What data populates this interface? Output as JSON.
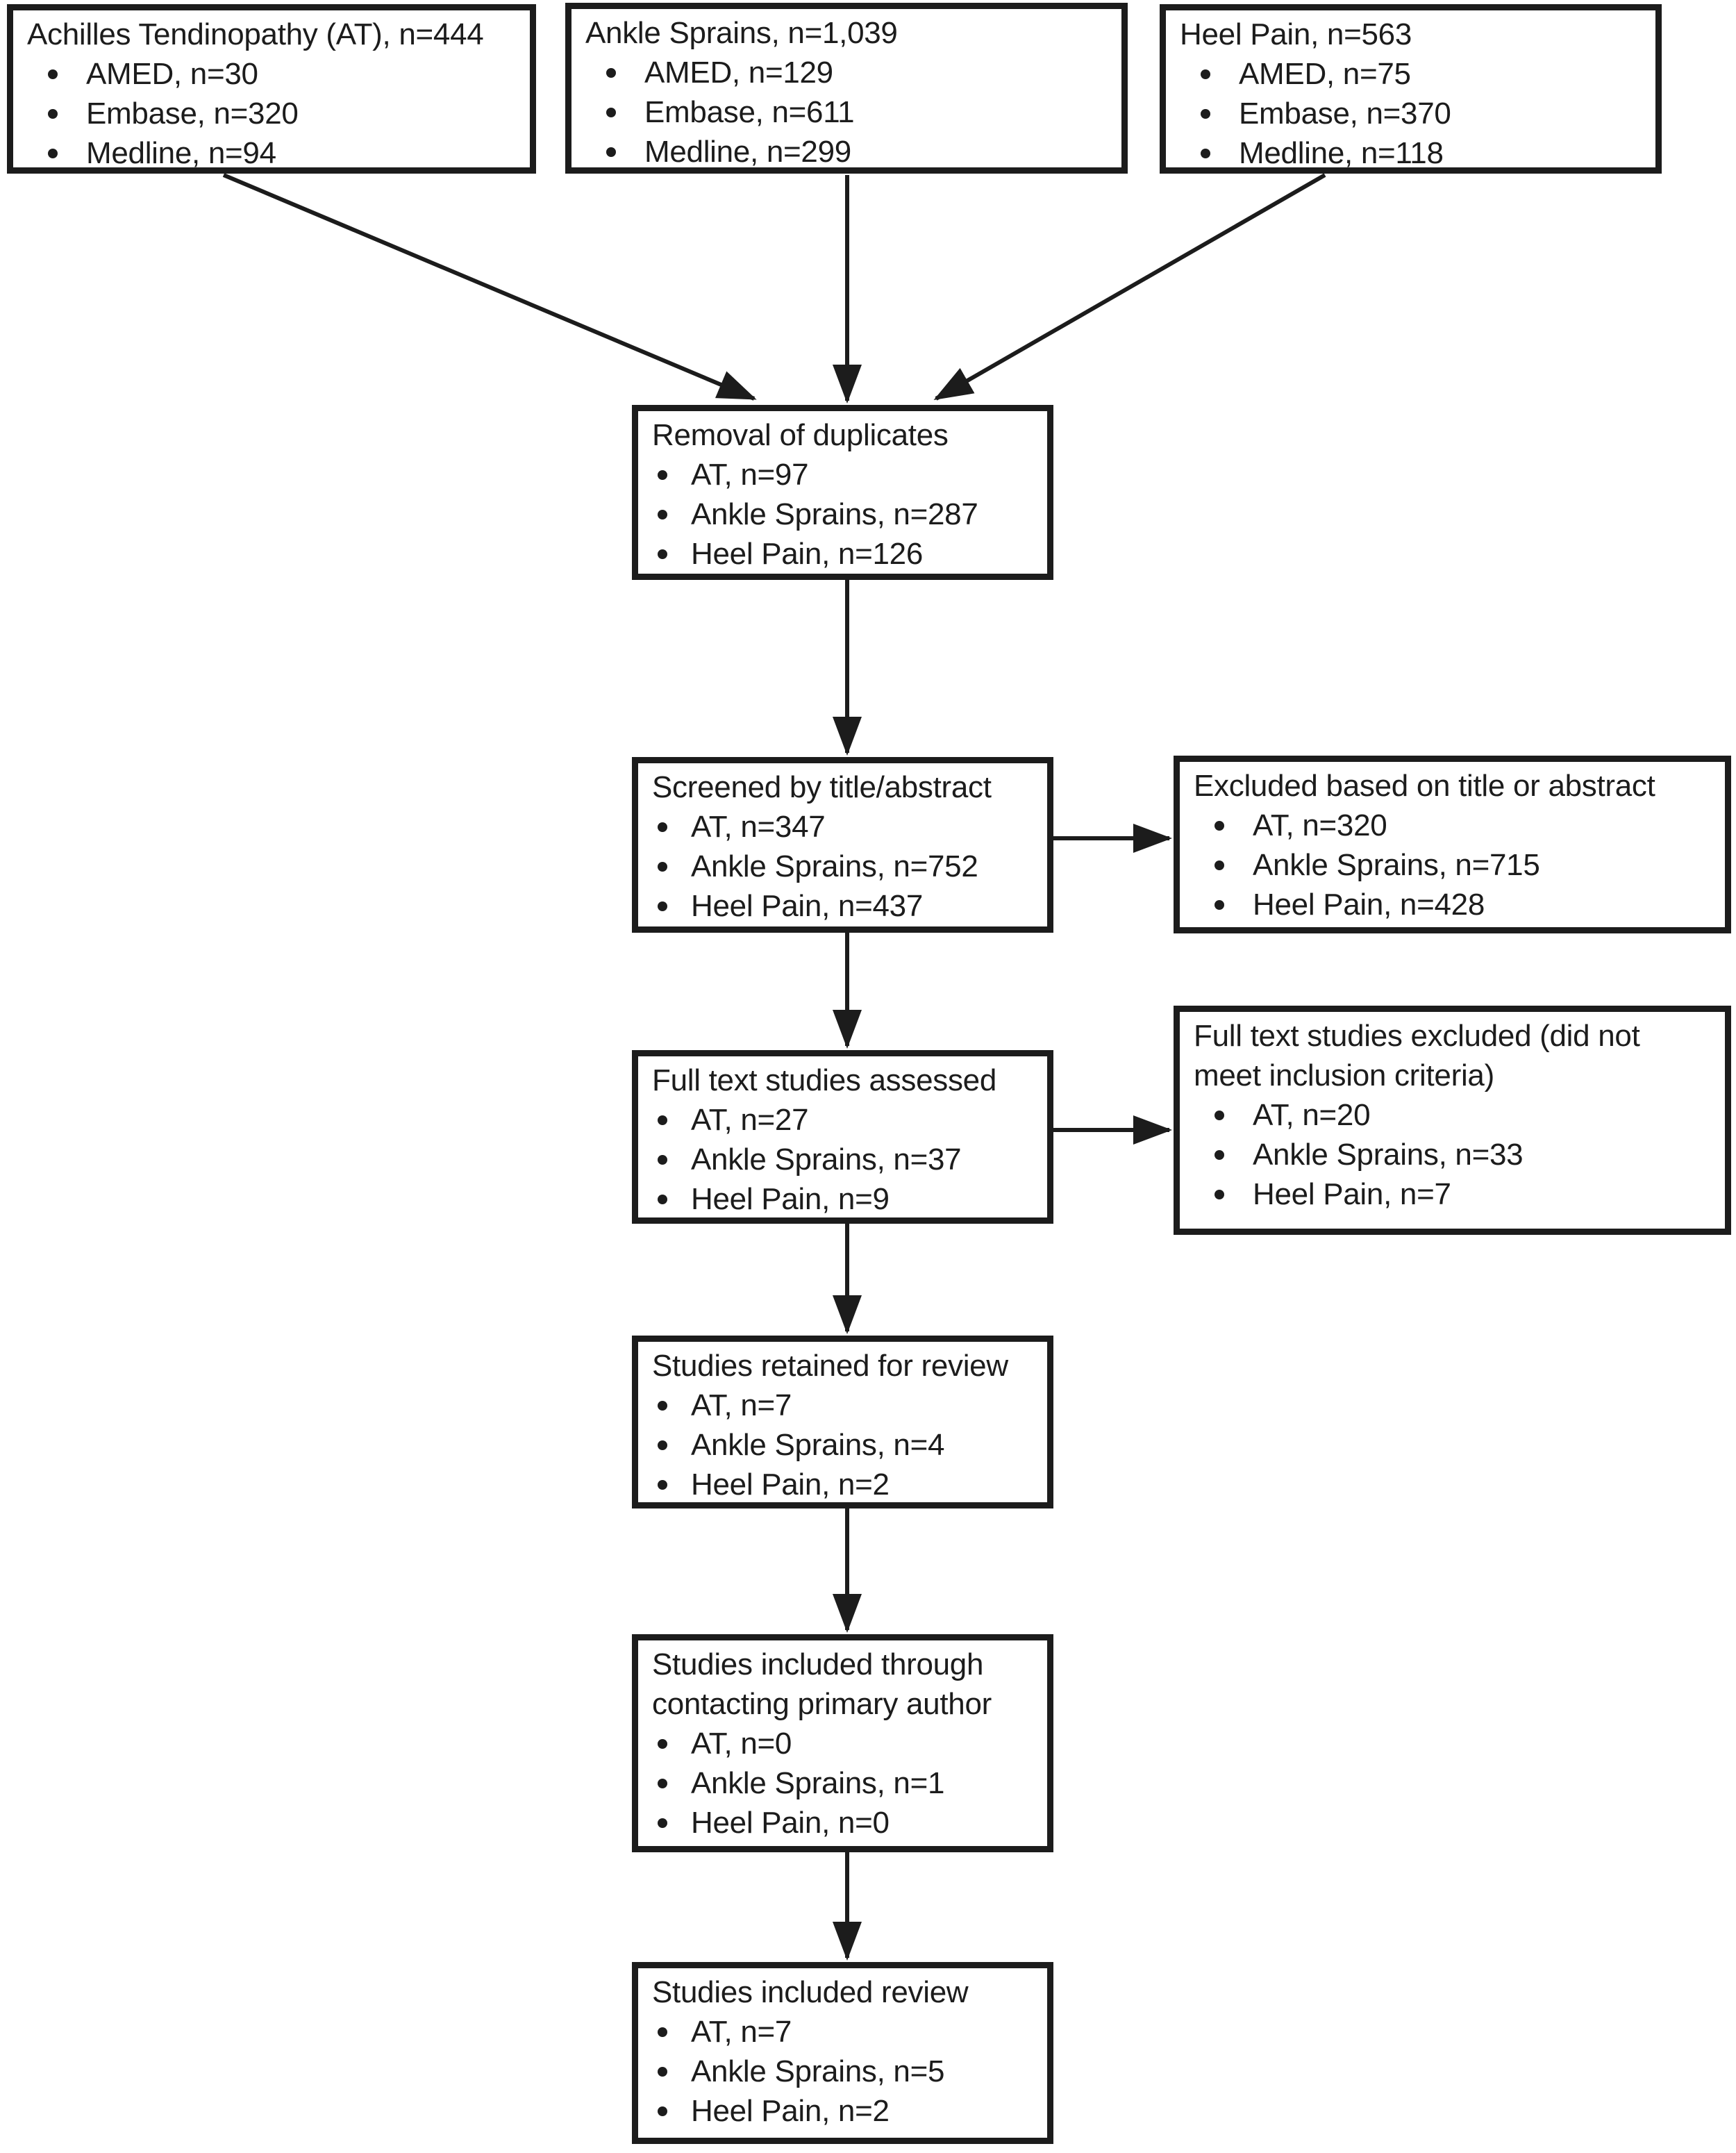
{
  "figure": {
    "type": "study-selection-flow-diagram",
    "colors": {
      "background": "#ffffff",
      "line": "#1c1c1c",
      "text": "#1c1c1c"
    }
  },
  "boxes": {
    "source_at": {
      "title": "Achilles Tendinopathy (AT), n=444",
      "items": [
        "AMED, n=30",
        "Embase, n=320",
        "Medline, n=94"
      ]
    },
    "source_ankle": {
      "title": "Ankle Sprains, n=1,039",
      "items": [
        "AMED, n=129",
        "Embase, n=611",
        "Medline, n=299"
      ]
    },
    "source_heel": {
      "title": "Heel Pain, n=563",
      "items": [
        "AMED, n=75",
        "Embase, n=370",
        "Medline, n=118"
      ]
    },
    "duplicates": {
      "title": "Removal of duplicates",
      "items": [
        "AT, n=97",
        "Ankle Sprains, n=287",
        "Heel Pain, n=126"
      ]
    },
    "screened": {
      "title": "Screened by title/abstract",
      "items": [
        "AT, n=347",
        "Ankle Sprains, n=752",
        "Heel Pain, n=437"
      ]
    },
    "excluded_title_abstract": {
      "title": "Excluded based on title or abstract",
      "items": [
        "AT, n=320",
        "Ankle Sprains, n=715",
        "Heel Pain, n=428"
      ]
    },
    "fulltext_assessed": {
      "title": "Full text studies assessed",
      "items": [
        "AT, n=27",
        "Ankle Sprains, n=37",
        "Heel Pain, n=9"
      ]
    },
    "fulltext_excluded": {
      "title": "Full text studies excluded (did not\nmeet inclusion criteria)",
      "items": [
        "AT, n=20",
        "Ankle Sprains, n=33",
        "Heel Pain, n=7"
      ]
    },
    "retained": {
      "title": "Studies retained for review",
      "items": [
        "AT, n=7",
        "Ankle Sprains, n=4",
        "Heel Pain, n=2"
      ]
    },
    "contact_author": {
      "title": "Studies included through\ncontacting primary author",
      "items": [
        "AT, n=0",
        "Ankle Sprains, n=1",
        "Heel Pain, n=0"
      ]
    },
    "included_review": {
      "title": "Studies included review",
      "items": [
        "AT, n=7",
        "Ankle Sprains, n=5",
        "Heel Pain, n=2"
      ]
    }
  }
}
